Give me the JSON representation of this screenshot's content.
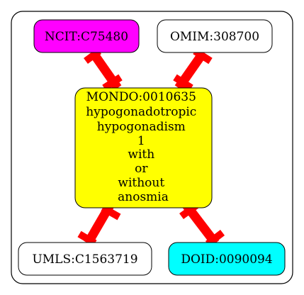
{
  "colors": {
    "background": "#ffffff",
    "edge": "#ff0000",
    "border": "#000000",
    "ncit": "#ff00ff",
    "omim": "#ffffff",
    "mondo": "#ffff00",
    "umls": "#ffffff",
    "doid": "#00ffff"
  },
  "nodes": {
    "ncit": {
      "label": "NCIT:C75480"
    },
    "omim": {
      "label": "OMIM:308700"
    },
    "mondo": {
      "lines": [
        "MONDO:0010635",
        "hypogonadotropic",
        "hypogonadism",
        "1",
        "with",
        "or",
        "without",
        "anosmia"
      ]
    },
    "umls": {
      "label": "UMLS:C1563719"
    },
    "doid": {
      "label": "DOID:0090094"
    }
  },
  "edges": [
    {
      "from": "ncit",
      "to": "mondo"
    },
    {
      "from": "omim",
      "to": "mondo"
    },
    {
      "from": "mondo",
      "to": "umls"
    },
    {
      "from": "mondo",
      "to": "doid"
    }
  ]
}
